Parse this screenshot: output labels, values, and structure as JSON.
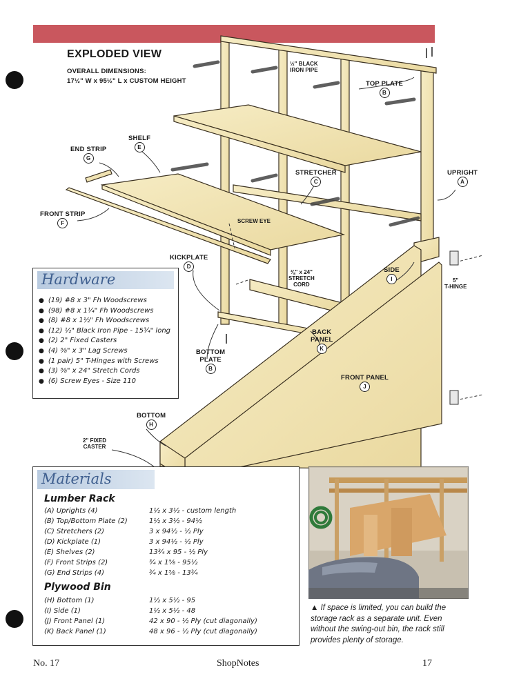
{
  "header": {
    "title": "EXPLODED VIEW",
    "dims_label": "OVERALL DIMENSIONS:",
    "dims_value": "17½\" W x 95½\" L x CUSTOM HEIGHT"
  },
  "labels": {
    "black_pipe_line1": "½\" BLACK",
    "black_pipe_line2": "IRON PIPE",
    "top_plate": "TOP PLATE",
    "top_plate_code": "B",
    "shelf": "SHELF",
    "shelf_code": "E",
    "end_strip": "END STRIP",
    "end_strip_code": "G",
    "upright": "UPRIGHT",
    "upright_code": "A",
    "stretcher": "STRETCHER",
    "stretcher_code": "C",
    "front_strip": "FRONT STRIP",
    "front_strip_code": "F",
    "screw_eye": "SCREW EYE",
    "kickplate": "KICKPLATE",
    "kickplate_code": "D",
    "stretch_cord_1": "⅜\" x 24\"",
    "stretch_cord_2": "STRETCH",
    "stretch_cord_3": "CORD",
    "side": "SIDE",
    "side_code": "I",
    "t_hinge_1": "5\"",
    "t_hinge_2": "T-HINGE",
    "back_panel_1": "BACK",
    "back_panel_2": "PANEL",
    "back_panel_code": "K",
    "bottom_plate_1": "BOTTOM",
    "bottom_plate_2": "PLATE",
    "bottom_plate_code": "B",
    "front_panel": "FRONT PANEL",
    "front_panel_code": "J",
    "bottom": "BOTTOM",
    "bottom_code": "H",
    "caster_1": "2\" FIXED",
    "caster_2": "CASTER"
  },
  "hardware": {
    "title": "Hardware",
    "items": [
      "(19) #8 x 3\" Fh Woodscrews",
      "(98) #8 x 1¼\" Fh Woodscrews",
      "(8) #8 x 1½\" Fh Woodscrews",
      "(12) ½\" Black Iron Pipe - 15¾\" long",
      "(2) 2\" Fixed Casters",
      "(4) ⅜\" x 3\" Lag Screws",
      "(1 pair) 5\" T-Hinges with Screws",
      "(3) ⅜\" x 24\" Stretch Cords",
      "(6) Screw Eyes - Size 110"
    ]
  },
  "materials": {
    "title": "Materials",
    "lumber_heading": "Lumber Rack",
    "lumber": [
      {
        "name": "(A) Uprights (4)",
        "spec": "1½ x 3½ - custom length"
      },
      {
        "name": "(B) Top/Bottom Plate (2)",
        "spec": "1½ x 3½ - 94½"
      },
      {
        "name": "(C) Stretchers (2)",
        "spec": "3 x 94½ - ½ Ply"
      },
      {
        "name": "(D) Kickplate (1)",
        "spec": "3 x 94½ - ½ Ply"
      },
      {
        "name": "(E) Shelves (2)",
        "spec": "13¾ x 95 - ½ Ply"
      },
      {
        "name": "(F) Front Strips (2)",
        "spec": "¾ x 1⅝ - 95½"
      },
      {
        "name": "(G) End Strips (4)",
        "spec": "¾ x 1⅝ - 13¾"
      }
    ],
    "plywood_heading": "Plywood Bin",
    "plywood": [
      {
        "name": "(H) Bottom (1)",
        "spec": "1½ x 5½ - 95"
      },
      {
        "name": "(I) Side (1)",
        "spec": "1½ x 5½ - 48"
      },
      {
        "name": "(J) Front Panel (1)",
        "spec": "42 x 90 - ½ Ply (cut diagonally)"
      },
      {
        "name": "(K) Back Panel (1)",
        "spec": "48 x 96 - ½ Ply (cut diagonally)"
      }
    ]
  },
  "caption": {
    "line1": "▲ If space is limited, you can build the",
    "line2": "storage rack as a separate unit. Even",
    "line3": "without the swing-out bin, the rack still",
    "line4": "provides plenty of storage."
  },
  "footer": {
    "issue": "No. 17",
    "brand": "ShopNotes",
    "page": "17"
  },
  "colors": {
    "banner": "#c9575e",
    "title_blue": "#3f5f8f",
    "wood": "#f2e6b8"
  }
}
